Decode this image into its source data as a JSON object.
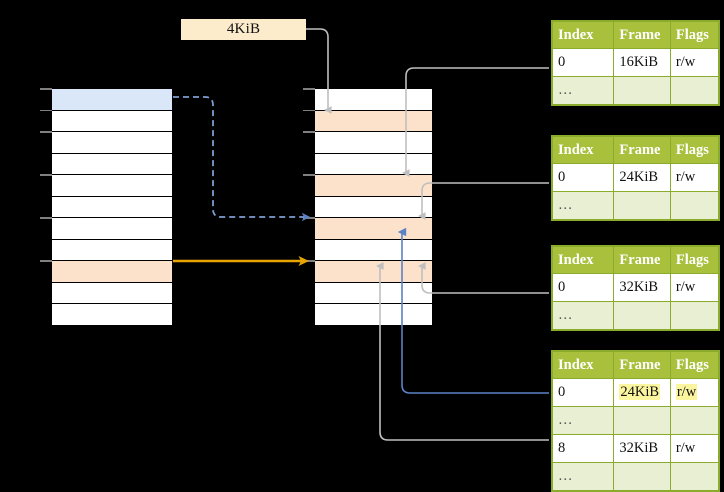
{
  "diagram": {
    "title": "page-table-walk",
    "size_label": {
      "text": "4KiB"
    },
    "colors": {
      "header_green": "#a8c03c",
      "table_border_green": "#8aab2c",
      "ellipsis_row": "#e9efd3",
      "highlight_yellow": "#fbf5a0",
      "peach_row": "#fde2cb",
      "blue_row": "#d9e7f9",
      "orange_arrow": "#e8a400",
      "blue_arrow": "#5b82c4",
      "gray_connector": "#b3b3b3"
    },
    "left_column": {
      "name": "virtual-address-space",
      "rows": [
        {
          "index": 0,
          "fill": "blue",
          "label": ""
        },
        {
          "index": 1,
          "fill": "white",
          "label": ""
        },
        {
          "index": 2,
          "fill": "white",
          "label": ""
        },
        {
          "index": 3,
          "fill": "white",
          "label": ""
        },
        {
          "index": 4,
          "fill": "white",
          "label": ""
        },
        {
          "index": 5,
          "fill": "white",
          "label": ""
        },
        {
          "index": 6,
          "fill": "white",
          "label": ""
        },
        {
          "index": 7,
          "fill": "white",
          "label": ""
        },
        {
          "index": 8,
          "fill": "peach",
          "label": ""
        },
        {
          "index": 9,
          "fill": "white",
          "label": ""
        },
        {
          "index": 10,
          "fill": "white",
          "label": ""
        }
      ]
    },
    "middle_column": {
      "name": "physical-memory",
      "rows": [
        {
          "index": 0,
          "fill": "white",
          "label": ""
        },
        {
          "index": 1,
          "fill": "peach",
          "label": ""
        },
        {
          "index": 2,
          "fill": "white",
          "label": ""
        },
        {
          "index": 3,
          "fill": "white",
          "label": ""
        },
        {
          "index": 4,
          "fill": "peach",
          "label": ""
        },
        {
          "index": 5,
          "fill": "white",
          "label": ""
        },
        {
          "index": 6,
          "fill": "peach",
          "label": ""
        },
        {
          "index": 7,
          "fill": "white",
          "label": ""
        },
        {
          "index": 8,
          "fill": "peach",
          "label": ""
        },
        {
          "index": 9,
          "fill": "white",
          "label": ""
        },
        {
          "index": 10,
          "fill": "white",
          "label": ""
        }
      ]
    },
    "page_tables": [
      {
        "name": "page-table-level-4",
        "headers": [
          "Index",
          "Frame",
          "Flags"
        ],
        "rows": [
          {
            "cells": [
              "0",
              "16KiB",
              "r/w"
            ],
            "ellipsis": false,
            "highlight": []
          },
          {
            "cells": [
              "…",
              "",
              ""
            ],
            "ellipsis": true,
            "highlight": []
          }
        ]
      },
      {
        "name": "page-table-level-3",
        "headers": [
          "Index",
          "Frame",
          "Flags"
        ],
        "rows": [
          {
            "cells": [
              "0",
              "24KiB",
              "r/w"
            ],
            "ellipsis": false,
            "highlight": []
          },
          {
            "cells": [
              "…",
              "",
              ""
            ],
            "ellipsis": true,
            "highlight": []
          }
        ]
      },
      {
        "name": "page-table-level-2",
        "headers": [
          "Index",
          "Frame",
          "Flags"
        ],
        "rows": [
          {
            "cells": [
              "0",
              "32KiB",
              "r/w"
            ],
            "ellipsis": false,
            "highlight": []
          },
          {
            "cells": [
              "…",
              "",
              ""
            ],
            "ellipsis": true,
            "highlight": []
          }
        ]
      },
      {
        "name": "page-table-level-1",
        "headers": [
          "Index",
          "Frame",
          "Flags"
        ],
        "rows": [
          {
            "cells": [
              "0",
              "24KiB",
              "r/w"
            ],
            "ellipsis": false,
            "highlight": [
              1,
              2
            ]
          },
          {
            "cells": [
              "…",
              "",
              ""
            ],
            "ellipsis": true,
            "highlight": []
          },
          {
            "cells": [
              "8",
              "32KiB",
              "r/w"
            ],
            "ellipsis": false,
            "highlight": []
          },
          {
            "cells": [
              "…",
              "",
              ""
            ],
            "ellipsis": true,
            "highlight": []
          }
        ]
      }
    ]
  }
}
